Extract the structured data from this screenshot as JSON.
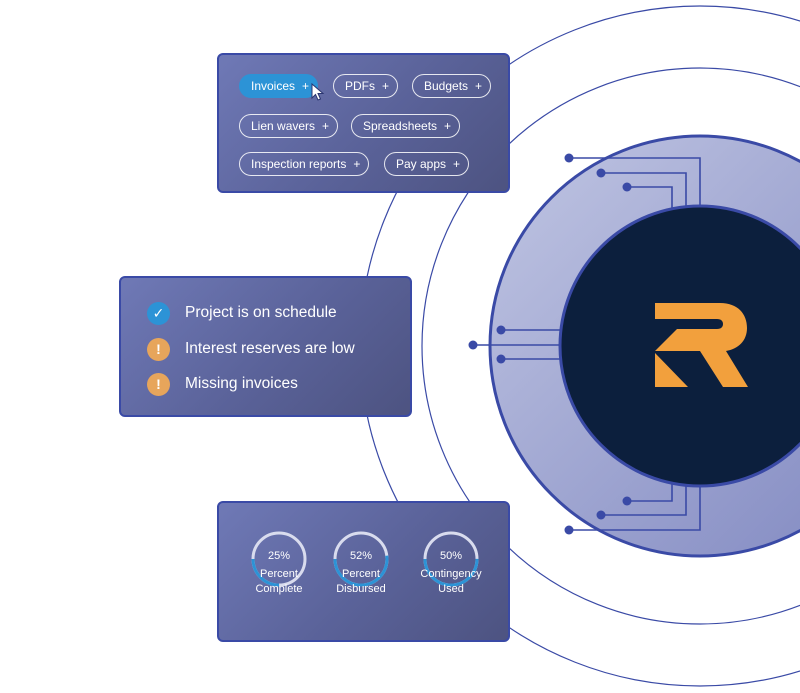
{
  "tags": {
    "items": [
      {
        "label": "Invoices",
        "active": true
      },
      {
        "label": "PDFs"
      },
      {
        "label": "Budgets"
      },
      {
        "label": "Lien wavers"
      },
      {
        "label": "Spreadsheets"
      },
      {
        "label": "Inspection reports"
      },
      {
        "label": "Pay apps"
      }
    ],
    "add_symbol": "+"
  },
  "status": {
    "items": [
      {
        "icon": "check-icon",
        "glyph": "✓",
        "text": "Project is on schedule",
        "color": "#2c93d6"
      },
      {
        "icon": "exclamation-icon",
        "glyph": "!",
        "text": "Interest reserves are low",
        "color": "#e7a55b"
      },
      {
        "icon": "exclamation-icon",
        "glyph": "!",
        "text": "Missing invoices",
        "color": "#e7a55b"
      }
    ]
  },
  "gauges": {
    "items": [
      {
        "value": "25%",
        "fraction": 0.25,
        "label_line1": "Percent",
        "label_line2": "Complete"
      },
      {
        "value": "52%",
        "fraction": 0.52,
        "label_line1": "Percent",
        "label_line2": "Disbursed"
      },
      {
        "value": "50%",
        "fraction": 0.5,
        "label_line1": "Contingency",
        "label_line2": "Used"
      }
    ]
  },
  "colors": {
    "accent_blue": "#2c93d6",
    "warning_orange": "#e7a55b",
    "logo_orange": "#f2a03d",
    "core_navy": "#0c1f3d",
    "line_blue": "#3a4aa6"
  },
  "logo": {
    "icon": "r-logo-icon"
  }
}
